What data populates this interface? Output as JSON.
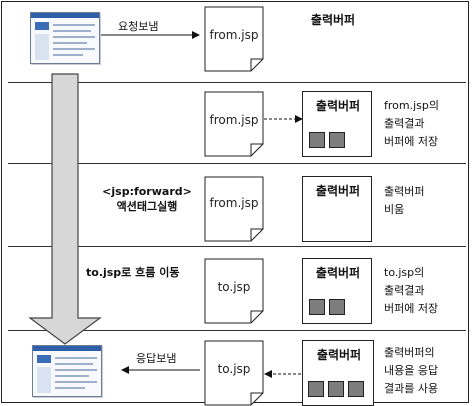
{
  "diagram": {
    "request_label": "요청보냄",
    "response_label": "응답보냄",
    "buffer_title": "출력버퍼",
    "rows": [
      {
        "doc": "from.jsp",
        "note": []
      },
      {
        "doc": "from.jsp",
        "note": [
          "from.jsp의",
          "출력결과",
          "버퍼에 저장"
        ]
      },
      {
        "doc": "",
        "left_label": [
          "<jsp:forward>",
          "액션태그실행"
        ],
        "note": [
          "출력버퍼",
          "비움"
        ]
      },
      {
        "doc": "to.jsp",
        "left_label": [
          "to.jsp로 흐름 이동"
        ],
        "note": [
          "to.jsp의",
          "출력결과",
          "버퍼에 저장"
        ]
      },
      {
        "doc": "to.jsp",
        "note": [
          "출력버퍼의",
          "내용을 응답",
          "결과를 사용"
        ]
      }
    ]
  }
}
